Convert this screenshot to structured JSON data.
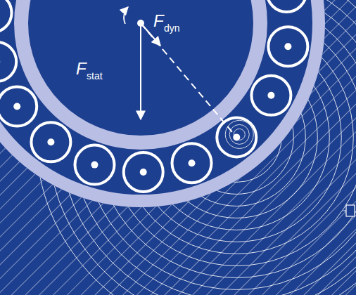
{
  "diagram": {
    "labels": [
      "F",
      "dyn",
      "F",
      "stat"
    ]
  }
}
